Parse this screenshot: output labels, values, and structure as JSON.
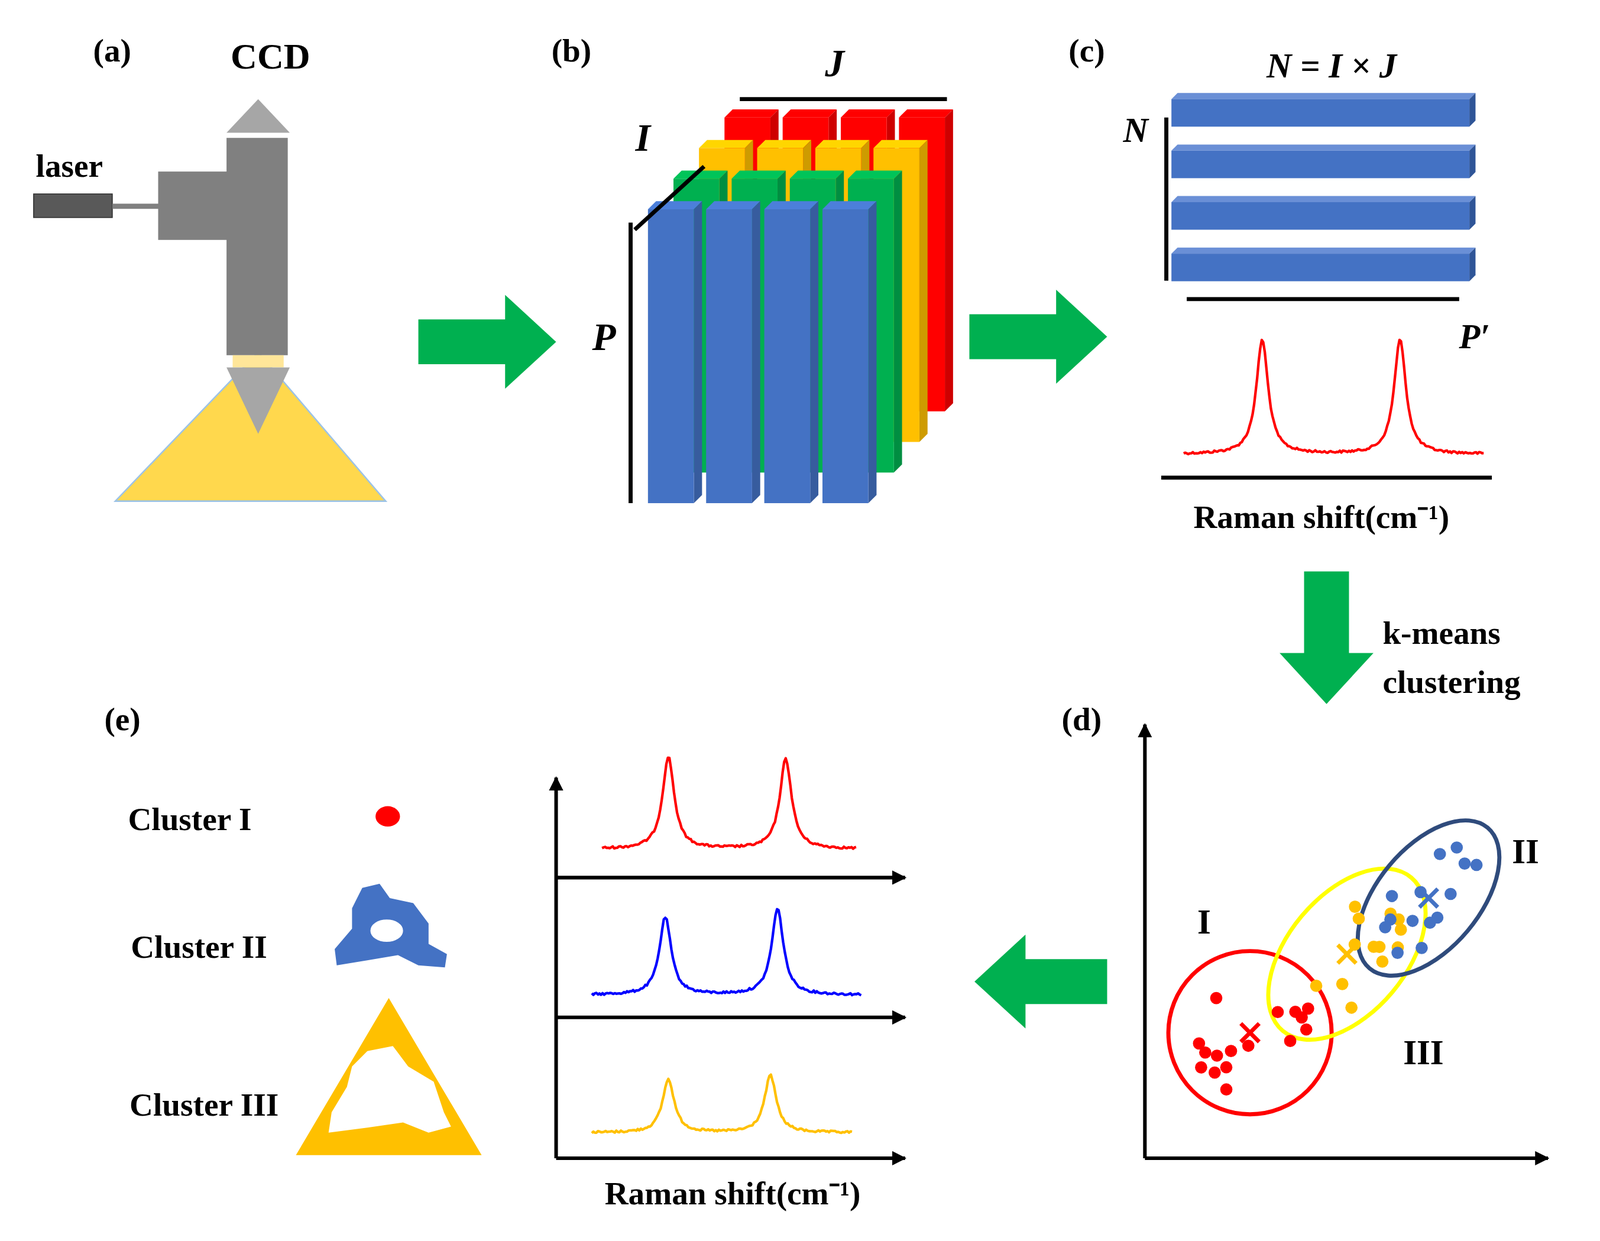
{
  "diagram": {
    "nodes": [
      {
        "text": [
          "(a)"
        ]
      },
      {
        "text": [
          "(b)"
        ]
      },
      {
        "text": [
          "(c)"
        ]
      },
      {
        "text": [
          "(d)"
        ]
      },
      {
        "text": [
          "(e)"
        ]
      }
    ],
    "edges": [
      {
        "from": 0,
        "to": 1,
        "arrow": "to"
      },
      {
        "from": 1,
        "to": 2,
        "arrow": "to"
      },
      {
        "from": 2,
        "to": 3,
        "arrow": "to",
        "label": "k-means clustering"
      },
      {
        "from": 3,
        "to": 4,
        "arrow": "to"
      }
    ],
    "labels": [
      "CCD",
      "laser",
      "J",
      "I",
      "P",
      "N = I × J",
      "N",
      "P′",
      "Raman shift(cm⁻¹)",
      "I",
      "II",
      "III",
      "Cluster I",
      "Cluster II",
      "Cluster III",
      "Raman shift(cm⁻¹)"
    ]
  }
}
